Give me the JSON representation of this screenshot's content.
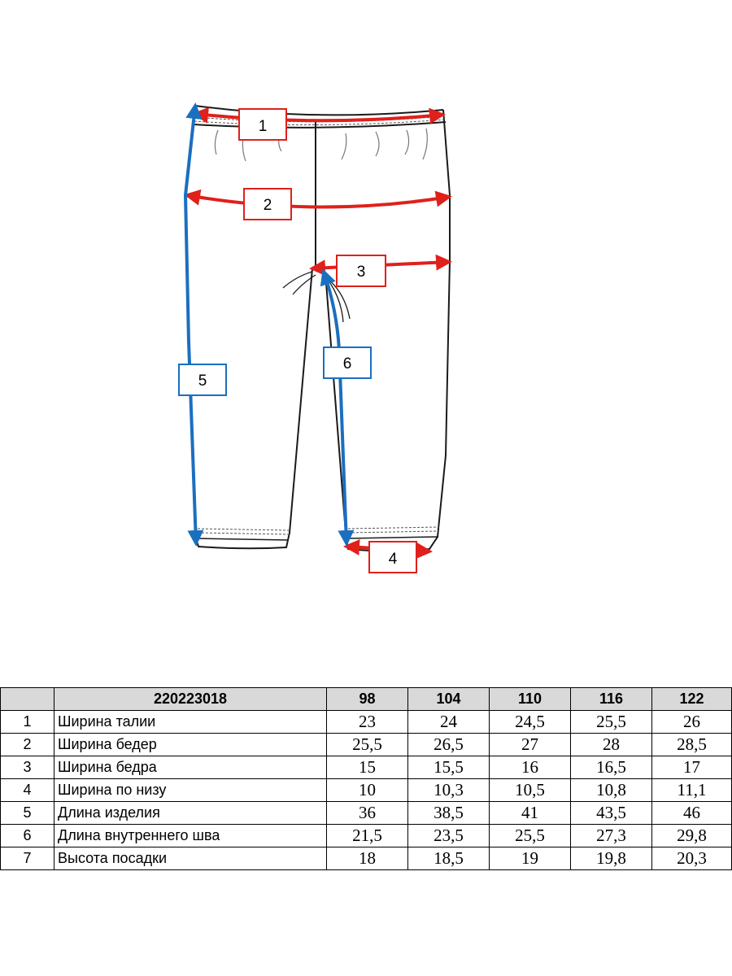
{
  "diagram": {
    "labels": [
      {
        "id": 1,
        "text": "1",
        "color": "#e0201b"
      },
      {
        "id": 2,
        "text": "2",
        "color": "#e0201b"
      },
      {
        "id": 3,
        "text": "3",
        "color": "#e0201b"
      },
      {
        "id": 4,
        "text": "4",
        "color": "#e0201b"
      },
      {
        "id": 5,
        "text": "5",
        "color": "#1b6fbf"
      },
      {
        "id": 6,
        "text": "6",
        "color": "#1b6fbf"
      }
    ]
  },
  "colors": {
    "red_arrow": "#e0201b",
    "blue_arrow": "#1b6fbf",
    "header_bg": "#d9d9d9"
  },
  "table": {
    "article": "220223018",
    "sizes": [
      "98",
      "104",
      "110",
      "116",
      "122"
    ],
    "rows": [
      {
        "num": "1",
        "name": "Ширина талии",
        "values": [
          "23",
          "24",
          "24,5",
          "25,5",
          "26"
        ]
      },
      {
        "num": "2",
        "name": "Ширина бедер",
        "values": [
          "25,5",
          "26,5",
          "27",
          "28",
          "28,5"
        ]
      },
      {
        "num": "3",
        "name": "Ширина бедра",
        "values": [
          "15",
          "15,5",
          "16",
          "16,5",
          "17"
        ]
      },
      {
        "num": "4",
        "name": "Ширина по низу",
        "values": [
          "10",
          "10,3",
          "10,5",
          "10,8",
          "11,1"
        ]
      },
      {
        "num": "5",
        "name": "Длина изделия",
        "values": [
          "36",
          "38,5",
          "41",
          "43,5",
          "46"
        ]
      },
      {
        "num": "6",
        "name": "Длина внутреннего шва",
        "values": [
          "21,5",
          "23,5",
          "25,5",
          "27,3",
          "29,8"
        ]
      },
      {
        "num": "7",
        "name": "Высота посадки",
        "values": [
          "18",
          "18,5",
          "19",
          "19,8",
          "20,3"
        ]
      }
    ]
  }
}
